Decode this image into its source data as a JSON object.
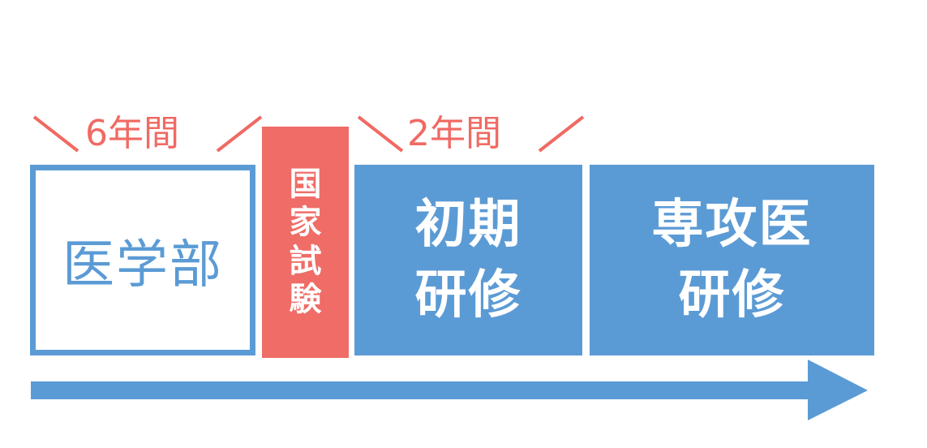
{
  "durations": {
    "medical_school": "6年間",
    "initial_training": "2年間"
  },
  "stages": {
    "medical_school": "医学部",
    "national_exam": [
      "国",
      "家",
      "試",
      "験"
    ],
    "initial_training": [
      "初期",
      "研修"
    ],
    "specialist_training": [
      "専攻医",
      "研修"
    ]
  },
  "colors": {
    "accent_blue": "#5b9bd5",
    "accent_red": "#ef6c67",
    "duration_red": "#f06a63"
  }
}
